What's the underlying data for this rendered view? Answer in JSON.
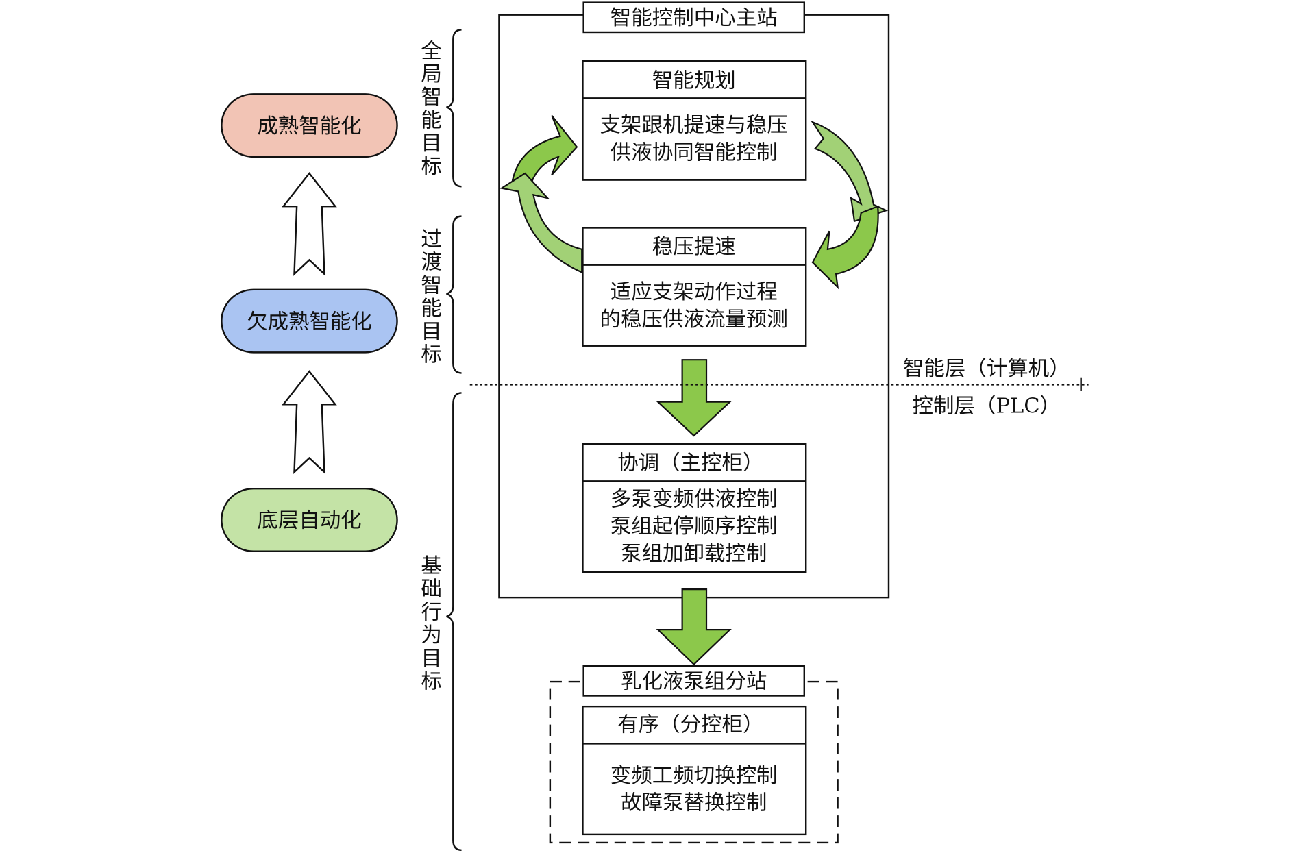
{
  "levels": [
    {
      "label": "成熟智能化",
      "color": "#f2c4b5"
    },
    {
      "label": "欠成熟智能化",
      "color": "#aac4f2"
    },
    {
      "label": "底层自动化",
      "color": "#c4e3a6"
    }
  ],
  "goals": [
    {
      "label": "全局智能目标"
    },
    {
      "label": "过渡智能目标"
    },
    {
      "label": "基础行为目标"
    }
  ],
  "main_station": {
    "title": "智能控制中心主站",
    "planning": {
      "header": "智能规划",
      "lines": [
        "支架跟机提速与稳压",
        "供液协同智能控制"
      ]
    },
    "stabilize": {
      "header": "稳压提速",
      "lines": [
        "适应支架动作过程",
        "的稳压供液流量预测"
      ]
    },
    "coordinate": {
      "header": "协调（主控柜）",
      "lines": [
        "多泵变频供液控制",
        "泵组起停顺序控制",
        "泵组加卸载控制"
      ]
    }
  },
  "layers": {
    "upper": "智能层（计算机）",
    "lower": "控制层（PLC）"
  },
  "sub_station": {
    "title": "乳化液泵组分站",
    "order": {
      "header": "有序（分控柜）",
      "lines": [
        "变频工频切换控制",
        "故障泵替换控制"
      ]
    }
  },
  "colors": {
    "arrow_green": "#8cc84b",
    "arrow_green_light": "#a2d176"
  }
}
